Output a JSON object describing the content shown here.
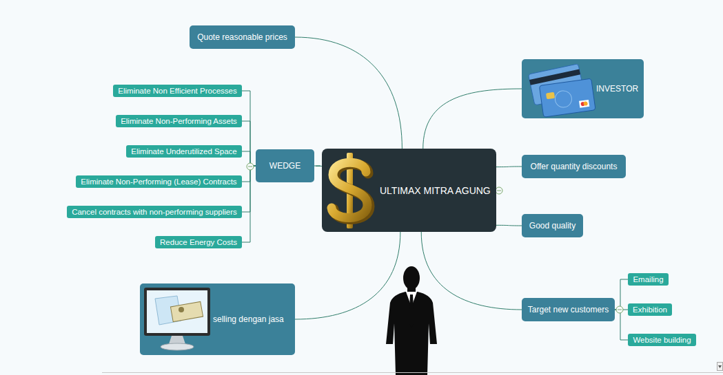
{
  "diagram": {
    "nodes": [
      {
        "text": [
          "ULTIMAX MITRA AGUNG"
        ]
      },
      {
        "text": [
          "Quote reasonable prices"
        ]
      },
      {
        "text": [
          "WEDGE"
        ]
      },
      {
        "text": [
          "Eliminate Non Efficient Processes"
        ]
      },
      {
        "text": [
          "Eliminate Non-Performing Assets"
        ]
      },
      {
        "text": [
          "Eliminate Underutilized Space"
        ]
      },
      {
        "text": [
          "Eliminate Non-Performing (Lease) Contracts"
        ]
      },
      {
        "text": [
          "Cancel contracts with non-performing suppliers"
        ]
      },
      {
        "text": [
          "Reduce Energy Costs"
        ]
      },
      {
        "text": [
          "selling dengan jasa"
        ]
      },
      {
        "text": [
          "INVESTOR"
        ]
      },
      {
        "text": [
          "Offer quantity discounts"
        ]
      },
      {
        "text": [
          "Good quality"
        ]
      },
      {
        "text": [
          "Target new customers"
        ]
      },
      {
        "text": [
          "Emailing"
        ]
      },
      {
        "text": [
          "Exhibition"
        ]
      },
      {
        "text": [
          "Website building"
        ]
      }
    ],
    "edges": [
      {
        "from": 0,
        "to": 1,
        "arrow": "none"
      },
      {
        "from": 0,
        "to": 2,
        "arrow": "none"
      },
      {
        "from": 0,
        "to": 9,
        "arrow": "none"
      },
      {
        "from": 0,
        "to": 10,
        "arrow": "none"
      },
      {
        "from": 0,
        "to": 11,
        "arrow": "none"
      },
      {
        "from": 0,
        "to": 12,
        "arrow": "none"
      },
      {
        "from": 0,
        "to": 13,
        "arrow": "none"
      },
      {
        "from": 2,
        "to": 3,
        "arrow": "none"
      },
      {
        "from": 2,
        "to": 4,
        "arrow": "none"
      },
      {
        "from": 2,
        "to": 5,
        "arrow": "none"
      },
      {
        "from": 2,
        "to": 6,
        "arrow": "none"
      },
      {
        "from": 2,
        "to": 7,
        "arrow": "none"
      },
      {
        "from": 2,
        "to": 8,
        "arrow": "none"
      },
      {
        "from": 13,
        "to": 14,
        "arrow": "none"
      },
      {
        "from": 13,
        "to": 15,
        "arrow": "none"
      },
      {
        "from": 13,
        "to": 16,
        "arrow": "none"
      }
    ]
  }
}
